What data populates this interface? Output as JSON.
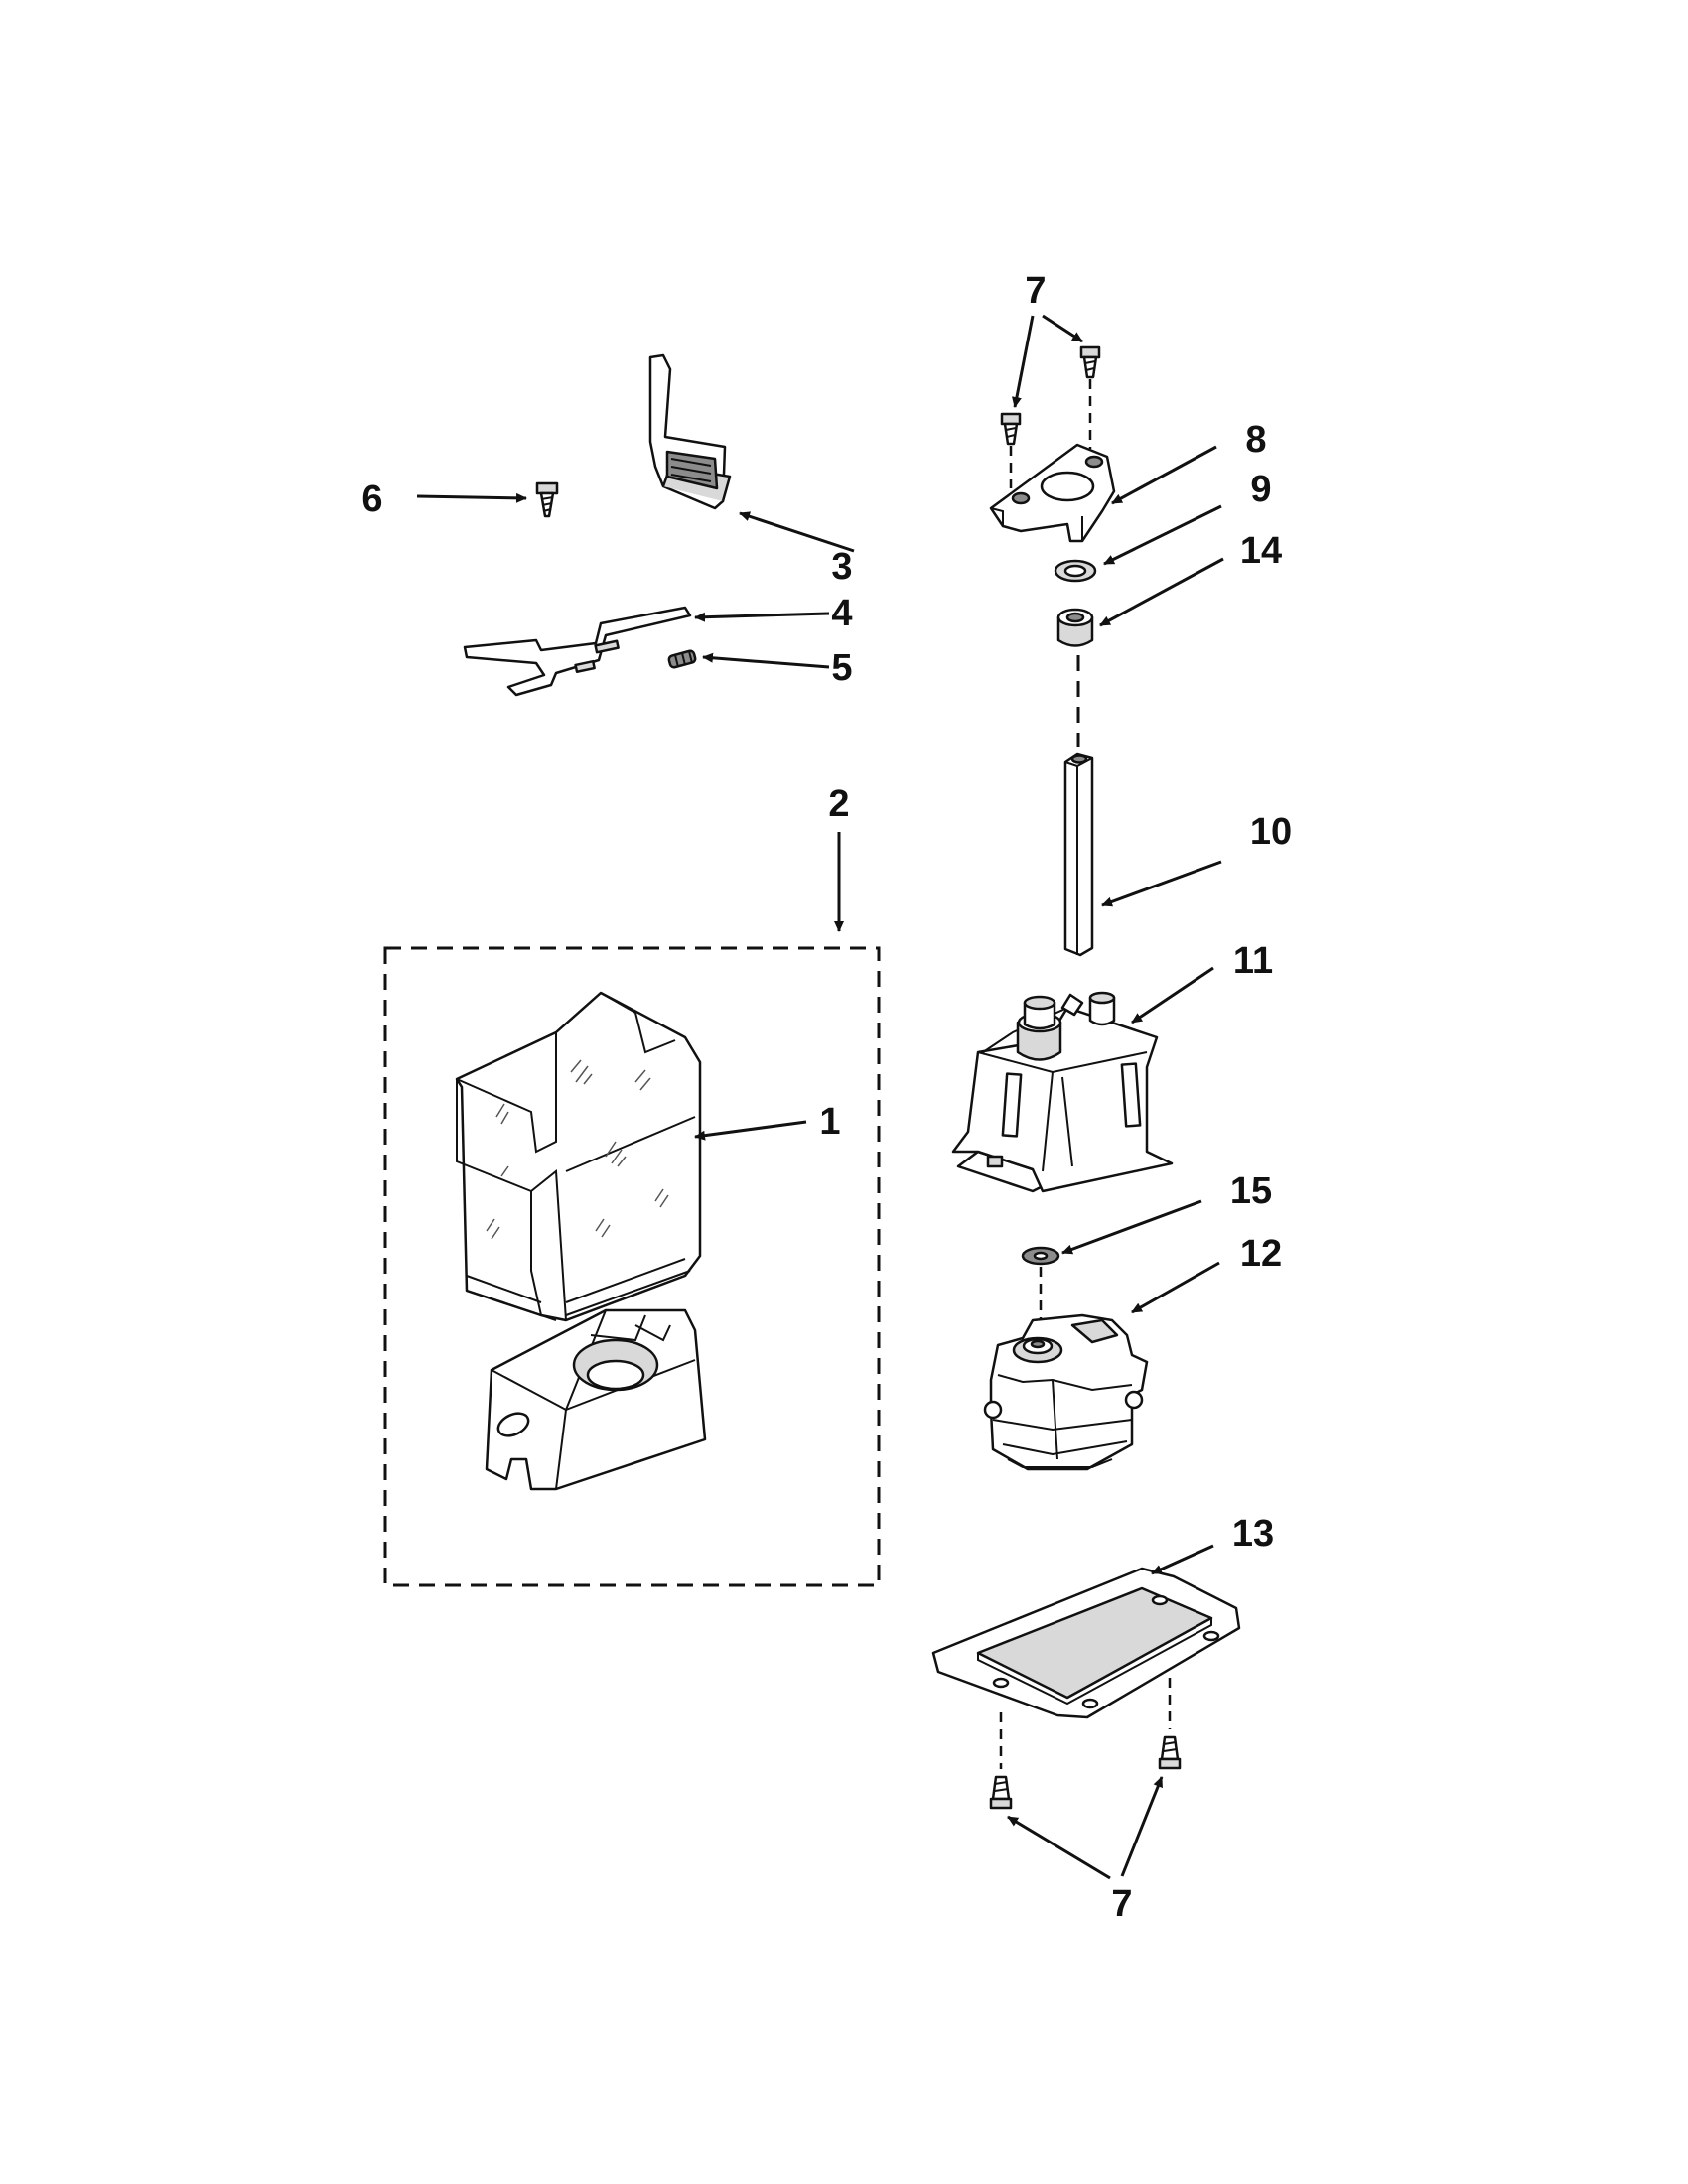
{
  "callouts": {
    "c1": "1",
    "c2": "2",
    "c3": "3",
    "c4": "4",
    "c5": "5",
    "c6": "6",
    "c7_top": "7",
    "c7_bottom": "7",
    "c8": "8",
    "c9": "9",
    "c10": "10",
    "c11": "11",
    "c12": "12",
    "c13": "13",
    "c14": "14",
    "c15": "15"
  }
}
